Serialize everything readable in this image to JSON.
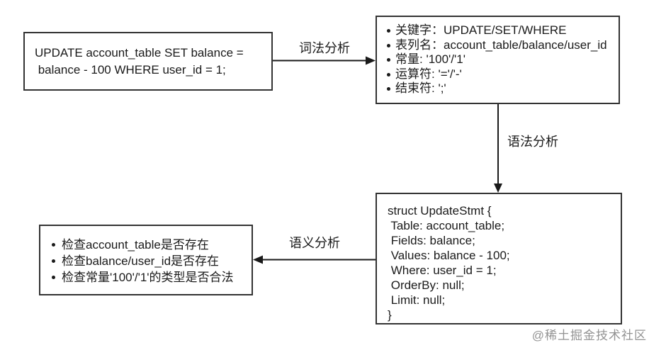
{
  "boxes": {
    "sql_statement": {
      "line1": "UPDATE account_table SET balance =",
      "line2": " balance - 100 WHERE user_id = 1;"
    },
    "lexical_result": {
      "items": [
        "关键字：UPDATE/SET/WHERE",
        "表列名：account_table/balance/user_id",
        "常量: '100'/'1'",
        "运算符: '='/'-'",
        "结束符: ';'"
      ]
    },
    "syntax_result": {
      "lines": [
        "struct UpdateStmt {",
        " Table: account_table;",
        " Fields: balance;",
        " Values: balance - 100;",
        " Where: user_id = 1;",
        " OrderBy: null;",
        " Limit: null;",
        "}"
      ]
    },
    "semantic_result": {
      "items": [
        "检查account_table是否存在",
        "检查balance/user_id是否存在",
        "检查常量'100'/'1'的类型是否合法"
      ]
    }
  },
  "arrows": {
    "lexical_label": "词法分析",
    "syntax_label": "语法分析",
    "semantic_label": "语义分析"
  },
  "watermark": "@稀土掘金技术社区",
  "colors": {
    "text": "#1a1a1a",
    "border": "#333333",
    "watermark": "#808080"
  }
}
